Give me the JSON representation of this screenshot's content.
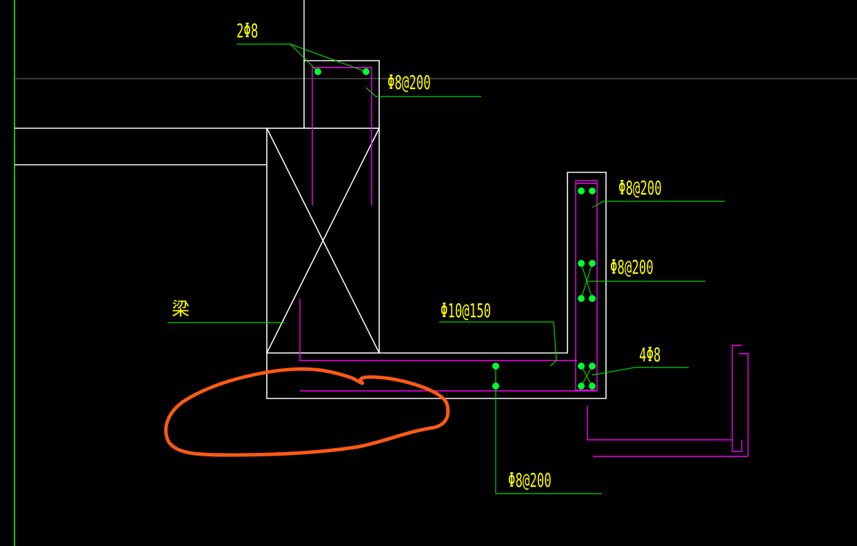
{
  "labels": {
    "top_bars": "2Φ8",
    "top_stirrup": "Φ8@200",
    "right_upper": "Φ8@200",
    "right_middle": "Φ8@200",
    "slab_bottom": "Φ10@150",
    "corner_bars": "4Φ8",
    "beam": "梁",
    "bottom_dist": "Φ8@200"
  },
  "colors": {
    "background": "#000000",
    "outline": "#ffffff",
    "leader": "#00ff00",
    "rebar": "#ff00ff",
    "text": "#ffff00",
    "annotation": "#ff5a14"
  }
}
